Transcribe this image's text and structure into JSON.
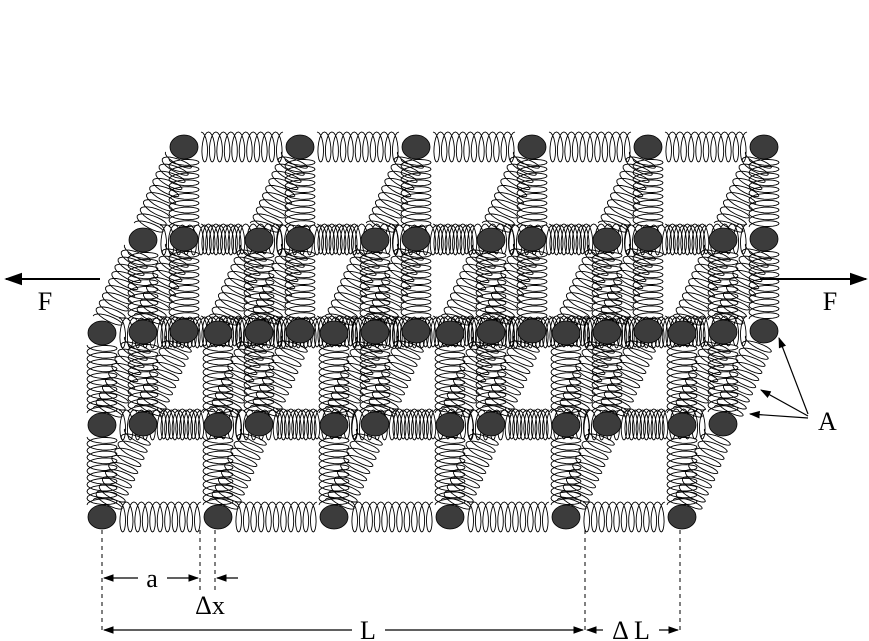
{
  "labels": {
    "force_left": "F",
    "force_right": "F",
    "area": "A",
    "spacing": "a",
    "delta_x": "Δx",
    "length": "L",
    "delta_length": "Δ L"
  },
  "lattice": {
    "columns": 6,
    "rows": 3,
    "layers": 3
  },
  "colors": {
    "mass": "#3c3c3c",
    "spring": "#000000",
    "background": "#ffffff"
  }
}
